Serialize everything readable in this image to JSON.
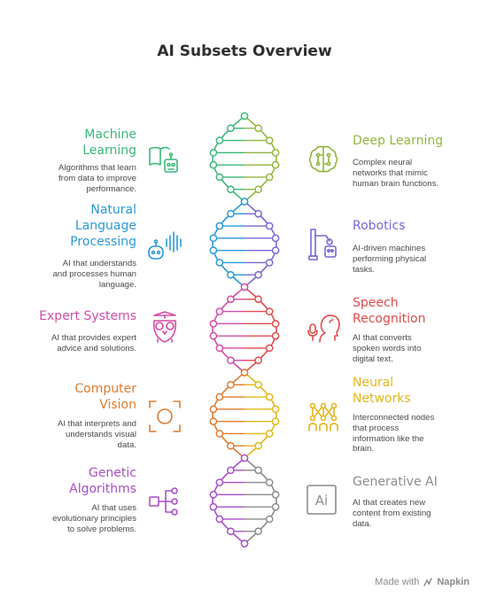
{
  "title": "AI Subsets Overview",
  "footer": {
    "made_with": "Made with",
    "brand": "Napkin"
  },
  "items": [
    {
      "id": "ml",
      "side": "left",
      "color": "#3cb878",
      "icon": "robot-book-icon",
      "label": "Machine\nLearning",
      "desc": "Algorithms that learn\nfrom data to improve\nperformance."
    },
    {
      "id": "dl",
      "side": "right",
      "color": "#93b63e",
      "icon": "brain-circuit-icon",
      "label": "Deep Learning",
      "desc": "Complex neural\nnetworks that mimic\nhuman brain functions."
    },
    {
      "id": "nlp",
      "side": "left",
      "color": "#2a9ad6",
      "icon": "talking-robot-icon",
      "label": "Natural\nLanguage\nProcessing",
      "desc": "AI that understands\nand processes human\nlanguage."
    },
    {
      "id": "rob",
      "side": "right",
      "color": "#7a67d6",
      "icon": "robot-arm-icon",
      "label": "Robotics",
      "desc": "AI-driven machines\nperforming physical\ntasks."
    },
    {
      "id": "es",
      "side": "left",
      "color": "#d24ca6",
      "icon": "owl-icon",
      "label": "Expert Systems",
      "desc": "AI that provides expert\nadvice and solutions."
    },
    {
      "id": "sr",
      "side": "right",
      "color": "#e04b4b",
      "icon": "speaking-head-mic-icon",
      "label": "Speech\nRecognition",
      "desc": "AI that converts\nspoken words into\ndigital text."
    },
    {
      "id": "cv",
      "side": "left",
      "color": "#e07b30",
      "icon": "focus-eye-icon",
      "label": "Computer\nVision",
      "desc": "AI that interprets and\nunderstands visual\ndata."
    },
    {
      "id": "nn",
      "side": "right",
      "color": "#e3b719",
      "icon": "network-people-icon",
      "label": "Neural\nNetworks",
      "desc": "Interconnected nodes\nthat process\ninformation like the\nbrain."
    },
    {
      "id": "ga",
      "side": "left",
      "color": "#a84fc9",
      "icon": "branch-nodes-icon",
      "label": "Genetic\nAlgorithms",
      "desc": "AI that uses\nevolutionary principles\nto solve problems."
    },
    {
      "id": "gai",
      "side": "right",
      "color": "#8c8c8c",
      "icon": "ai-box-icon",
      "label": "Generative AI",
      "desc": "AI that creates new\ncontent from existing\ndata."
    }
  ]
}
